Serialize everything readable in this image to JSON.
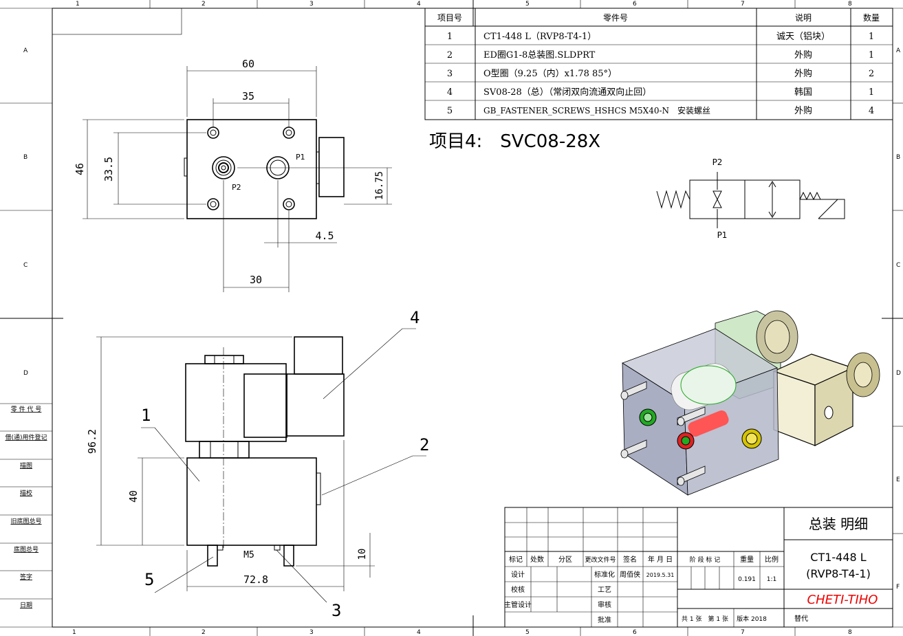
{
  "zones_top": [
    "1",
    "2",
    "3",
    "4",
    "5",
    "6",
    "7",
    "8"
  ],
  "zones_side": [
    "A",
    "B",
    "C",
    "D",
    "E",
    "F"
  ],
  "bom": {
    "headers": [
      "项目号",
      "零件号",
      "说明",
      "数量"
    ],
    "rows": [
      [
        "1",
        "CT1-448 L（RVP8-T4-1）",
        "诚天（铝块）",
        "1"
      ],
      [
        "2",
        "ED圈G1-8总装图.SLDPRT",
        "外购",
        "1"
      ],
      [
        "3",
        "O型圈（9.25（内）x1.78 85°）",
        "外购",
        "2"
      ],
      [
        "4",
        "SV08-28（总）（常闭双向流通双向止回）",
        "韩国",
        "1"
      ],
      [
        "5",
        "GB_FASTENER_SCREWS_HSHCS M5X40-N　安装螺丝",
        "外购",
        "4"
      ]
    ]
  },
  "item4_note": "项目4:　SVC08-28X",
  "schematic": {
    "p2": "P2",
    "p1": "P1"
  },
  "top_view": {
    "dims": {
      "w60": "60",
      "w35": "35",
      "h46": "46",
      "h33": "33.5",
      "h16": "16.75",
      "d45": "4.5",
      "w30": "30"
    },
    "ports": {
      "p1": "P1",
      "p2": "P2"
    }
  },
  "front_view": {
    "dims": {
      "h96": "96.2",
      "h40": "40",
      "d10": "10",
      "m5": "M5",
      "w72": "72.8"
    },
    "balloons": {
      "b1": "1",
      "b2": "2",
      "b3": "3",
      "b4": "4",
      "b5": "5"
    }
  },
  "left_column": [
    "零 件 代 号",
    "借(通)用件登记",
    "描图",
    "描校",
    "旧底图总号",
    "底图总号",
    "签字",
    "日期"
  ],
  "title_block": {
    "title": "总装 明细",
    "headers": [
      "标记",
      "处数",
      "分区",
      "更改文件号",
      "签名",
      "年 月 日"
    ],
    "stage_label": "阶 段 标 记",
    "weight_label": "重量",
    "scale_label": "比例",
    "weight": "0.191",
    "scale": "1:1",
    "part_no_line1": "CT1-448 L",
    "part_no_line2": "(RVP8-T4-1)",
    "company": "CHETI-TIHO",
    "design_label": "设计",
    "std_label": "标准化",
    "designer": "周佰侠",
    "date": "2019.5.31",
    "check_label": "校核",
    "process_label": "工艺",
    "chief_label": "主管设计",
    "review_label": "审核",
    "approve_label": "批准",
    "sheets": "共 1 张　第 1 张",
    "version": "版本 2018",
    "replace": "替代"
  },
  "colors": {
    "line": "#000000",
    "company": "#e00000",
    "green": "#22aa22",
    "red": "#dd2222",
    "yellow": "#d6c400",
    "block": "#9aa0b8"
  }
}
